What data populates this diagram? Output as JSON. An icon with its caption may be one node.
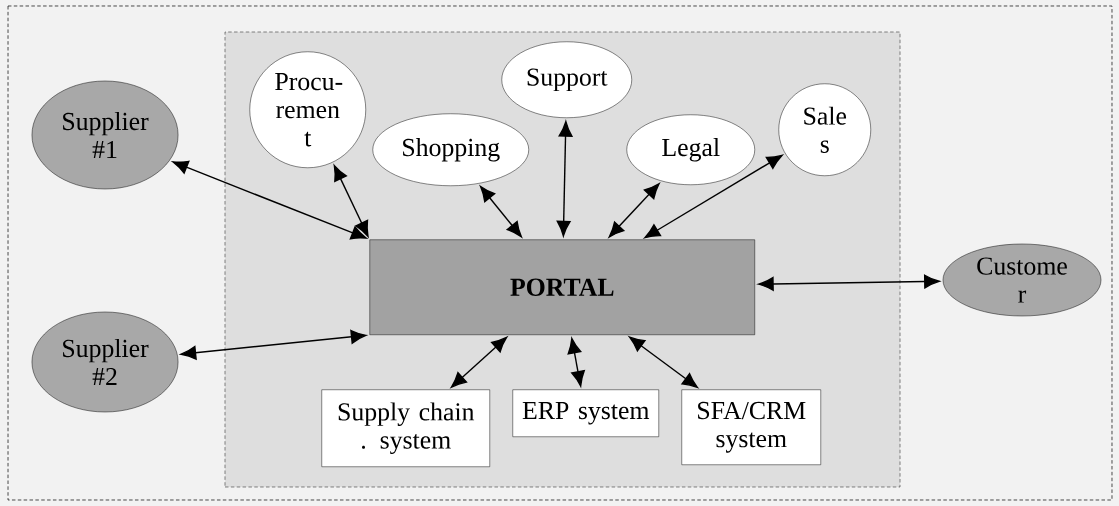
{
  "diagram": {
    "nodes": [
      {
        "text": [],
        "shape": "box"
      },
      {
        "text": [
          "Supplier #1"
        ]
      },
      {
        "text": [
          "Supplier #2"
        ]
      },
      {
        "text": [
          "Procu- remen t"
        ],
        "in": 0
      },
      {
        "text": [
          "Support"
        ],
        "in": 0
      },
      {
        "text": [
          "Shopping"
        ],
        "in": 0
      },
      {
        "text": [
          "Legal"
        ],
        "in": 0
      },
      {
        "text": [
          "Sale s"
        ],
        "in": 0
      },
      {
        "text": [
          "PORTAL"
        ],
        "in": 0
      },
      {
        "text": [
          "Custome r"
        ]
      },
      {
        "text": [
          "Supply chain . system"
        ],
        "in": 0
      },
      {
        "text": [
          "ERP system"
        ],
        "in": 0
      },
      {
        "text": [
          "SFA/CRM system"
        ],
        "in": 0
      }
    ],
    "edges": [
      {
        "from": 1,
        "to": 8,
        "arrow": "both"
      },
      {
        "from": 2,
        "to": 8,
        "arrow": "both"
      },
      {
        "from": 3,
        "to": 8,
        "arrow": "both"
      },
      {
        "from": 5,
        "to": 8,
        "arrow": "both"
      },
      {
        "from": 4,
        "to": 8,
        "arrow": "both"
      },
      {
        "from": 6,
        "to": 8,
        "arrow": "both"
      },
      {
        "from": 7,
        "to": 8,
        "arrow": "both"
      },
      {
        "from": 8,
        "to": 9,
        "arrow": "both"
      },
      {
        "from": 10,
        "to": 8,
        "arrow": "both"
      },
      {
        "from": 11,
        "to": 8,
        "arrow": "both"
      },
      {
        "from": 12,
        "to": 8,
        "arrow": "both"
      }
    ]
  }
}
